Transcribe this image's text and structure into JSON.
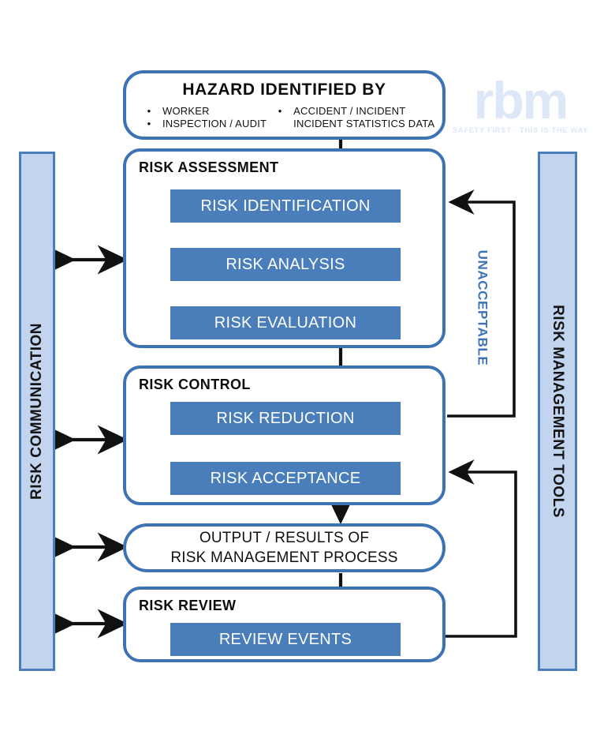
{
  "diagram": {
    "title": "Risk Management Process Flow",
    "colors": {
      "process_fill": "#4a7ebb",
      "container_border": "#3d72b4",
      "sidebar_fill": "#c3d5ee",
      "accent_text": "#3d72b4",
      "logo_tint": "#dde7f7",
      "arrow": "#111111"
    }
  },
  "logo": {
    "mark": "rbm",
    "tagline": "SAFETY FIRST - THIS IS THE WAY"
  },
  "sidebars": {
    "left": {
      "label": "RISK COMMUNICATION"
    },
    "right": {
      "label": "RISK MANAGEMENT TOOLS"
    }
  },
  "hazard": {
    "title": "HAZARD IDENTIFIED BY",
    "left_items": [
      {
        "bullet": "•",
        "text": "WORKER"
      },
      {
        "bullet": "•",
        "text": "INSPECTION / AUDIT"
      }
    ],
    "right_items": [
      {
        "bullet": "•",
        "text": "ACCIDENT / INCIDENT"
      },
      {
        "bullet": "",
        "text": "INCIDENT STATISTICS DATA"
      }
    ]
  },
  "assessment": {
    "title": "RISK ASSESSMENT",
    "steps": [
      {
        "label": "RISK IDENTIFICATION"
      },
      {
        "label": "RISK ANALYSIS"
      },
      {
        "label": "RISK EVALUATION"
      }
    ]
  },
  "control": {
    "title": "RISK CONTROL",
    "steps": [
      {
        "label": "RISK REDUCTION"
      },
      {
        "label": "RISK ACCEPTANCE"
      }
    ]
  },
  "output": {
    "line1": "OUTPUT / RESULTS OF",
    "line2": "RISK MANAGEMENT PROCESS"
  },
  "review": {
    "title": "RISK REVIEW",
    "steps": [
      {
        "label": "REVIEW EVENTS"
      }
    ]
  },
  "feedback": {
    "unacceptable_label": "UNACCEPTABLE"
  }
}
